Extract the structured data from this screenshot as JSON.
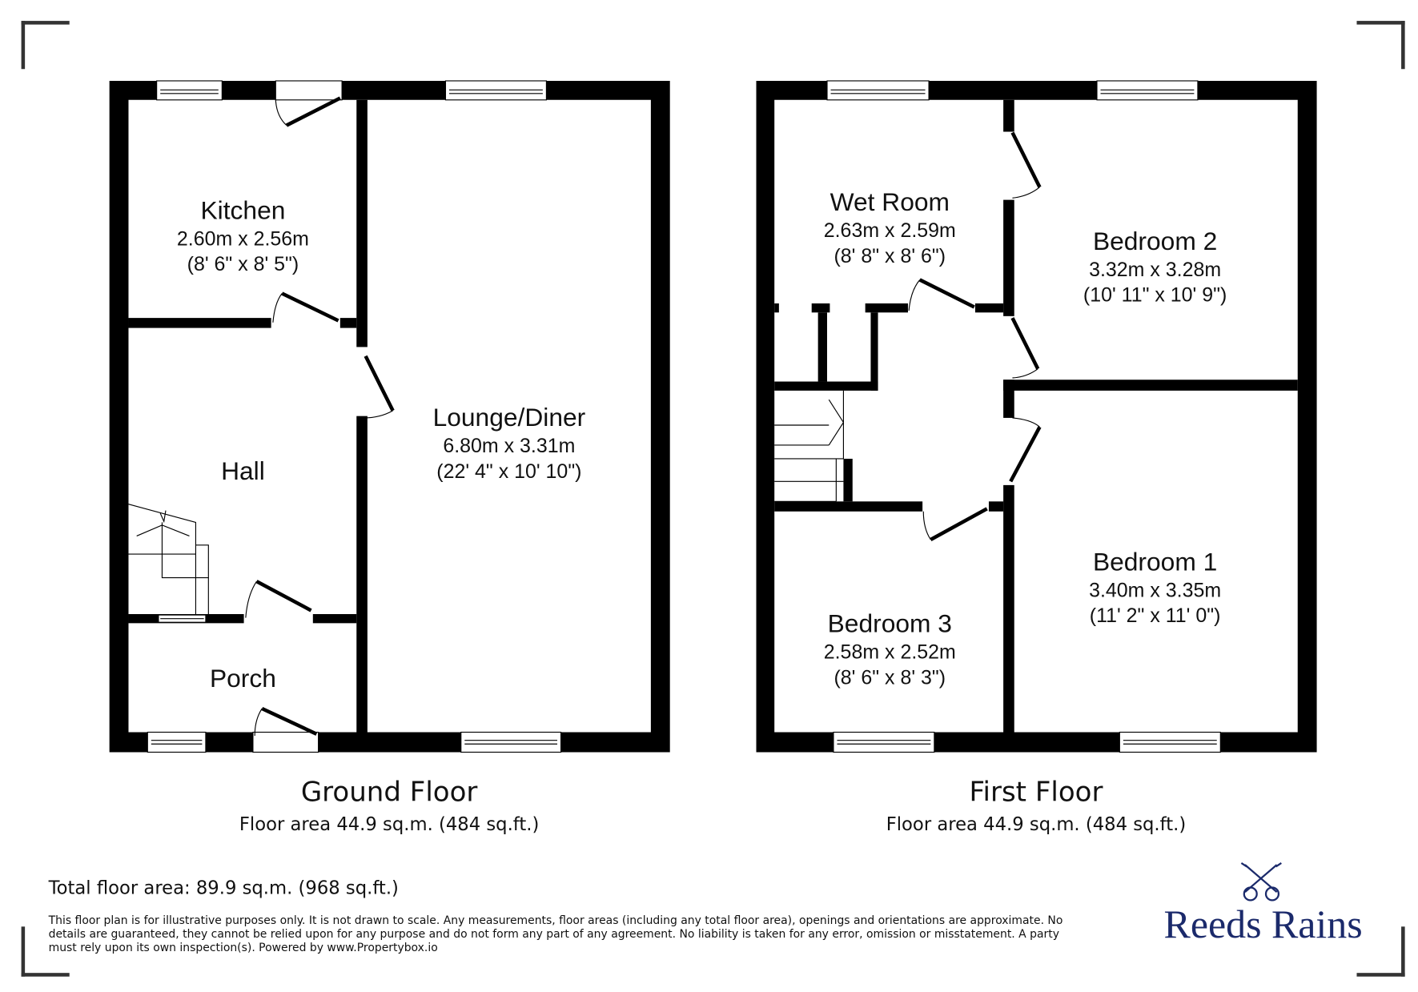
{
  "ground_floor": {
    "title": "Ground Floor",
    "area": "Floor area 44.9 sq.m. (484 sq.ft.)",
    "rooms": [
      {
        "name": "Kitchen",
        "metric": "2.60m x 2.56m",
        "imperial": "(8' 6\" x 8' 5\")"
      },
      {
        "name": "Lounge/Diner",
        "metric": "6.80m x 3.31m",
        "imperial": "(22' 4\" x 10' 10\")"
      },
      {
        "name": "Hall"
      },
      {
        "name": "Porch"
      }
    ]
  },
  "first_floor": {
    "title": "First Floor",
    "area": "Floor area 44.9 sq.m. (484 sq.ft.)",
    "rooms": [
      {
        "name": "Wet Room",
        "metric": "2.63m x 2.59m",
        "imperial": "(8' 8\" x 8' 6\")"
      },
      {
        "name": "Bedroom 2",
        "metric": "3.32m x 3.28m",
        "imperial": "(10' 11\" x 10' 9\")"
      },
      {
        "name": "Bedroom 1",
        "metric": "3.40m x 3.35m",
        "imperial": "(11' 2\" x 11' 0\")"
      },
      {
        "name": "Bedroom 3",
        "metric": "2.58m x 2.52m",
        "imperial": "(8' 6\" x 8' 3\")"
      }
    ]
  },
  "total_area": "Total floor area: 89.9 sq.m. (968 sq.ft.)",
  "disclaimer": [
    "This floor plan is for illustrative purposes only. It is not drawn to scale. Any measurements, floor areas (including any total floor area), openings and orientations are approximate. No",
    "details are guaranteed, they cannot be relied upon for any purpose and do not form any part of any agreement. No liability is taken for any error, omission or misstatement. A party",
    "must rely upon its own inspection(s). Powered by www.Propertybox.io"
  ],
  "logo": {
    "text": "Reeds Rains",
    "icon": "crossed-keys-icon",
    "color": "#1b2a6b"
  },
  "colors": {
    "wall": "#000000",
    "corner_marks": "#333333"
  }
}
